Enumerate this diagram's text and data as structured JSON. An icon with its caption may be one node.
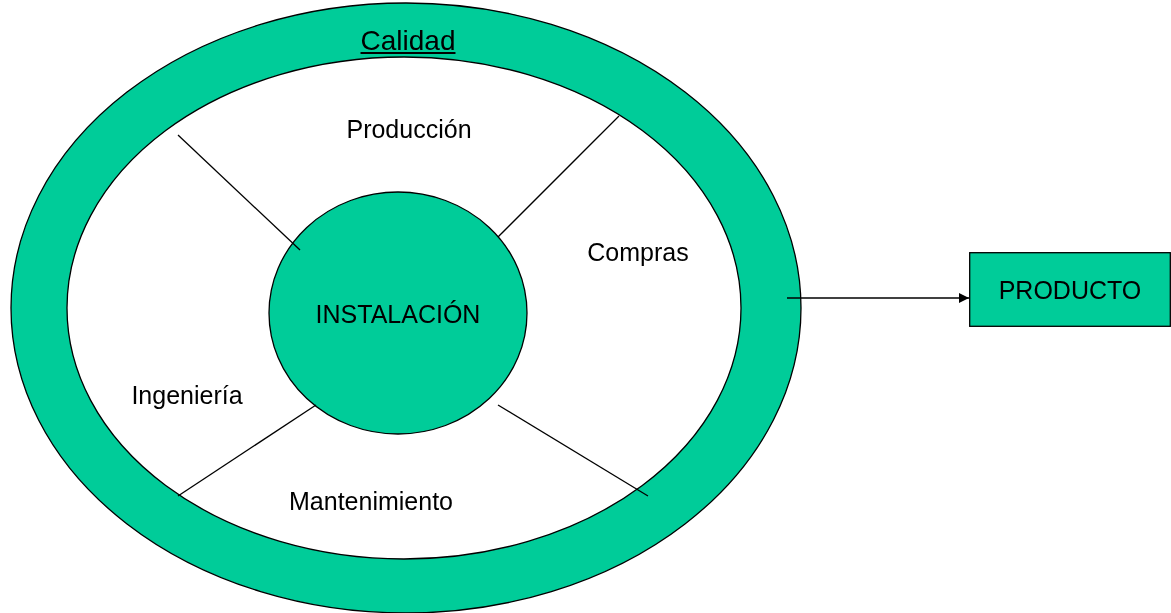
{
  "diagram": {
    "nodes": [
      {
        "text": [
          "Calidad"
        ]
      },
      {
        "text": [
          "INSTALACIÓN"
        ],
        "in": 0
      },
      {
        "text": [
          "PRODUCTO"
        ]
      }
    ],
    "edges": [
      {
        "from": 0,
        "to": 2,
        "arrow": "to"
      }
    ],
    "labels": [
      "Producción",
      "Compras",
      "Ingeniería",
      "Mantenimiento"
    ]
  }
}
